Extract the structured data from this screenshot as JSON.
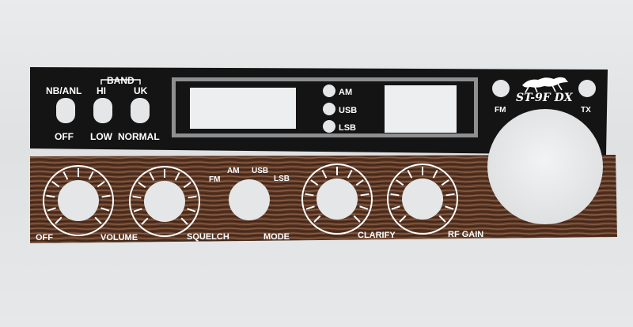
{
  "top_plate": {
    "nb_anl": "NB/ANL",
    "off": "OFF",
    "band": "BAND",
    "hi": "HI",
    "uk": "UK",
    "low": "LOW",
    "normal": "NORMAL",
    "am": "AM",
    "usb": "USB",
    "lsb": "LSB",
    "fm": "FM",
    "tx": "TX",
    "model": "ST-9F DX"
  },
  "bottom_plate": {
    "off": "OFF",
    "volume": "VOLUME",
    "squelch": "SQUELCH",
    "mode_fm": "FM",
    "mode_am": "AM",
    "mode_usb": "USB",
    "mode_lsb": "LSB",
    "mode": "MODE",
    "clarify": "CLARIFY",
    "rf_gain": "RF GAIN"
  },
  "colors": {
    "plate_black": "#141414",
    "wood_dark": "#4a2c1c",
    "wood_light": "#8a5e44",
    "label_white": "#ffffff"
  }
}
